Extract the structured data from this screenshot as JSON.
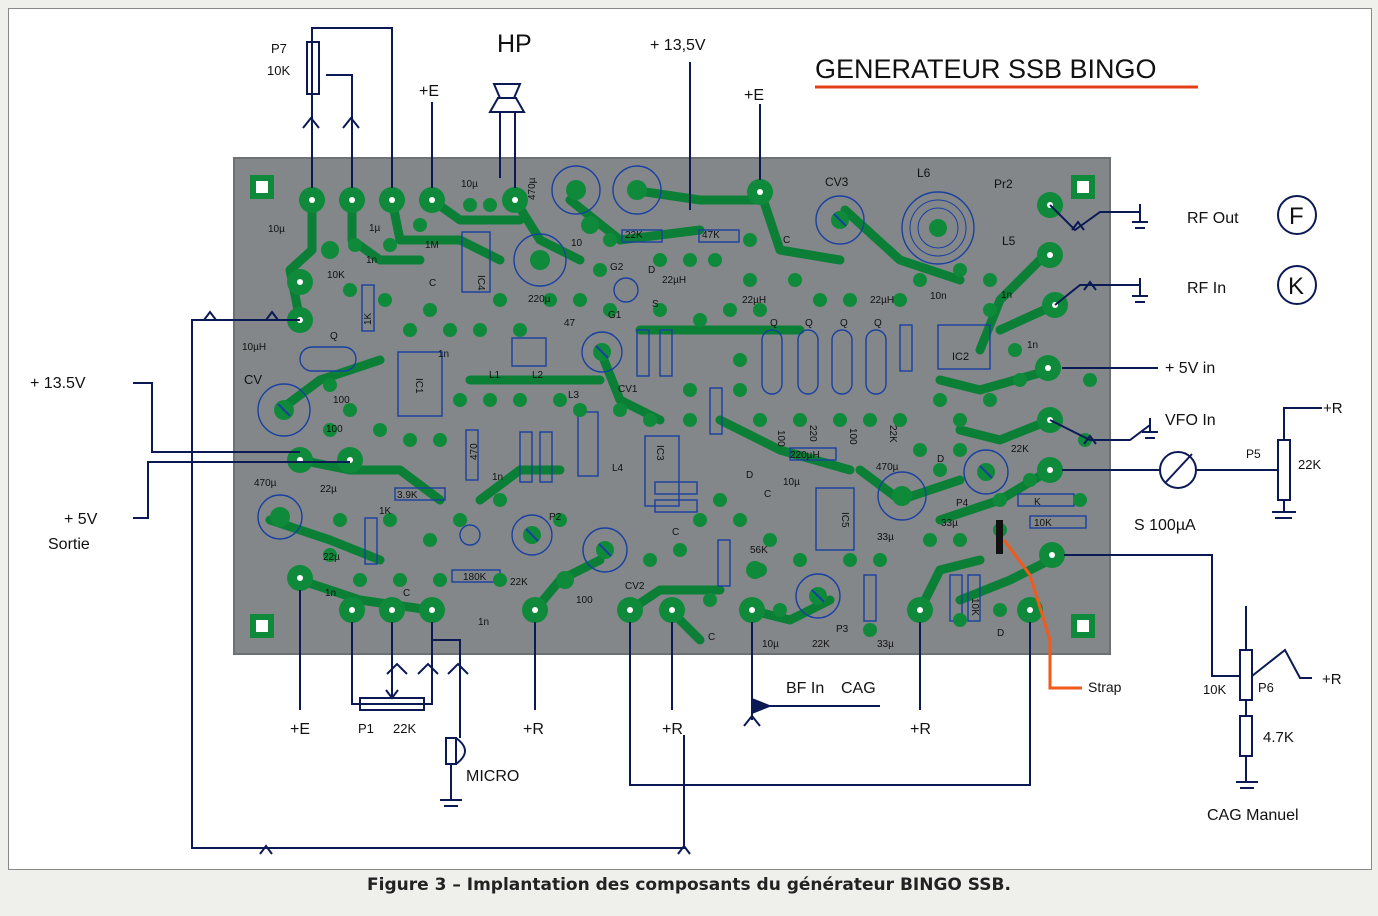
{
  "title": "GENERATEUR SSB BINGO",
  "caption": "Figure 3 – Implantation des composants du générateur BINGO SSB.",
  "top_labels": {
    "p7": "P7",
    "p7_value": "10K",
    "hp": "HP",
    "supply_top": "+ 13,5V",
    "plus_e_1": "+E",
    "plus_e_2": "+E"
  },
  "right_labels": {
    "rf_out": "RF Out",
    "rf_in": "RF In",
    "mode_f": "F",
    "mode_k": "K",
    "five_v_in": "+ 5V in",
    "vfo_in": "VFO In",
    "plus_r_1": "+R",
    "p5": "P5",
    "p5_value": "22K",
    "meter": "S 100µA",
    "p6": "P6",
    "p6_left": "10K",
    "plus_r_2": "+R",
    "r_47k": "4.7K",
    "cag_manuel": "CAG Manuel",
    "strap": "Strap"
  },
  "left_labels": {
    "supply_13_5": "+ 13.5V",
    "out_5v": "+ 5V",
    "sortie": "Sortie"
  },
  "bottom_labels": {
    "plus_e": "+E",
    "p1": "P1",
    "p1_value": "22K",
    "micro": "MICRO",
    "plus_r_1": "+R",
    "plus_r_2": "+R",
    "plus_r_3": "+R",
    "bf_in": "BF In",
    "cag": "CAG"
  },
  "board_labels": [
    "10µ",
    "1µ",
    "1M",
    "10µ",
    "470µ",
    "10",
    "IC4",
    "10K",
    "1n",
    "C",
    "Q",
    "1K",
    "IC1",
    "10µH",
    "CV",
    "100",
    "100",
    "1n",
    "L1",
    "L2",
    "CV1",
    "L3",
    "L4",
    "IC3",
    "47",
    "470",
    "G1",
    "G2",
    "S",
    "D",
    "22µH",
    "22µH",
    "22µH",
    "47K",
    "22K",
    "C",
    "CV3",
    "L6",
    "Pr2",
    "L5",
    "10n",
    "1n",
    "IC2",
    "1n",
    "Q",
    "Q",
    "Q",
    "Q",
    "100",
    "220",
    "100",
    "22K",
    "470µ",
    "220µH",
    "10µ",
    "IC5",
    "33µ",
    "P4",
    "22K",
    "10K",
    "33µ",
    "P2",
    "22K",
    "CV2",
    "100",
    "56K",
    "P3",
    "22K",
    "10µ",
    "33µ",
    "470µ",
    "22µ",
    "3.9K",
    "22µ",
    "1K",
    "180K",
    "1n",
    "C",
    "220µ",
    "1n",
    "C",
    "D",
    "D",
    "D",
    "K",
    "10K",
    "C",
    "C",
    "1n"
  ],
  "colors": {
    "board": "#83878a",
    "pad": "#0f8a3a",
    "track": "#0b7f36",
    "outline_track": "#1a40a0",
    "wire": "#0b1a55",
    "title_underline": "#e43f18",
    "strap_wire": "#f05a1a"
  },
  "icons": [
    "speaker-icon",
    "microphone-icon",
    "ground-icon",
    "potentiometer-icon",
    "meter-icon",
    "jack-icon"
  ]
}
